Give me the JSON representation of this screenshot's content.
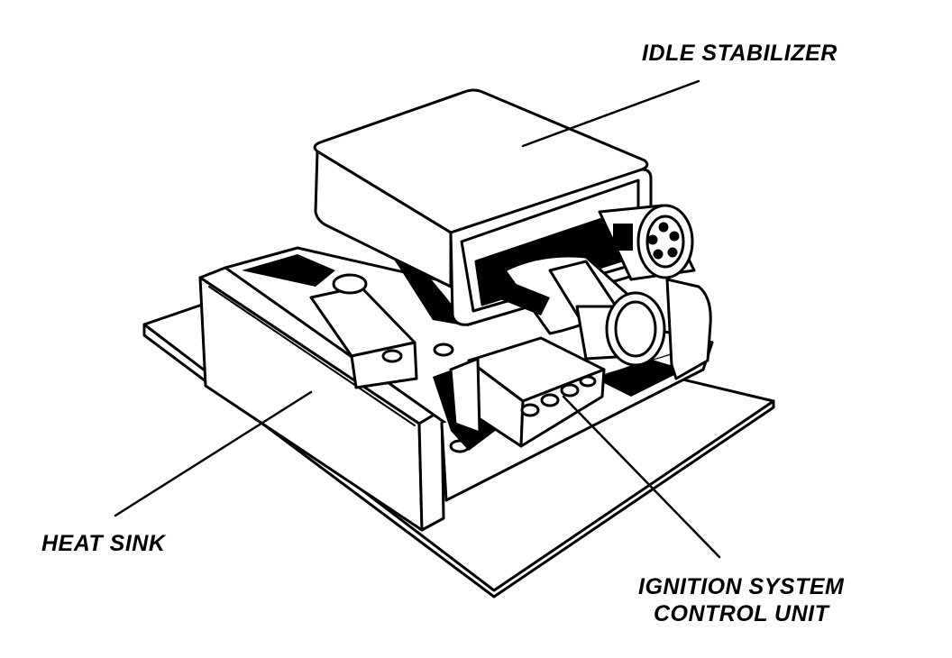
{
  "diagram": {
    "labels": {
      "idle_stabilizer": "IDLE STABILIZER",
      "heat_sink": "HEAT SINK",
      "ignition_line1": "IGNITION SYSTEM",
      "ignition_line2": "CONTROL UNIT"
    },
    "colors": {
      "ink": "#000000",
      "paper": "#ffffff"
    }
  }
}
